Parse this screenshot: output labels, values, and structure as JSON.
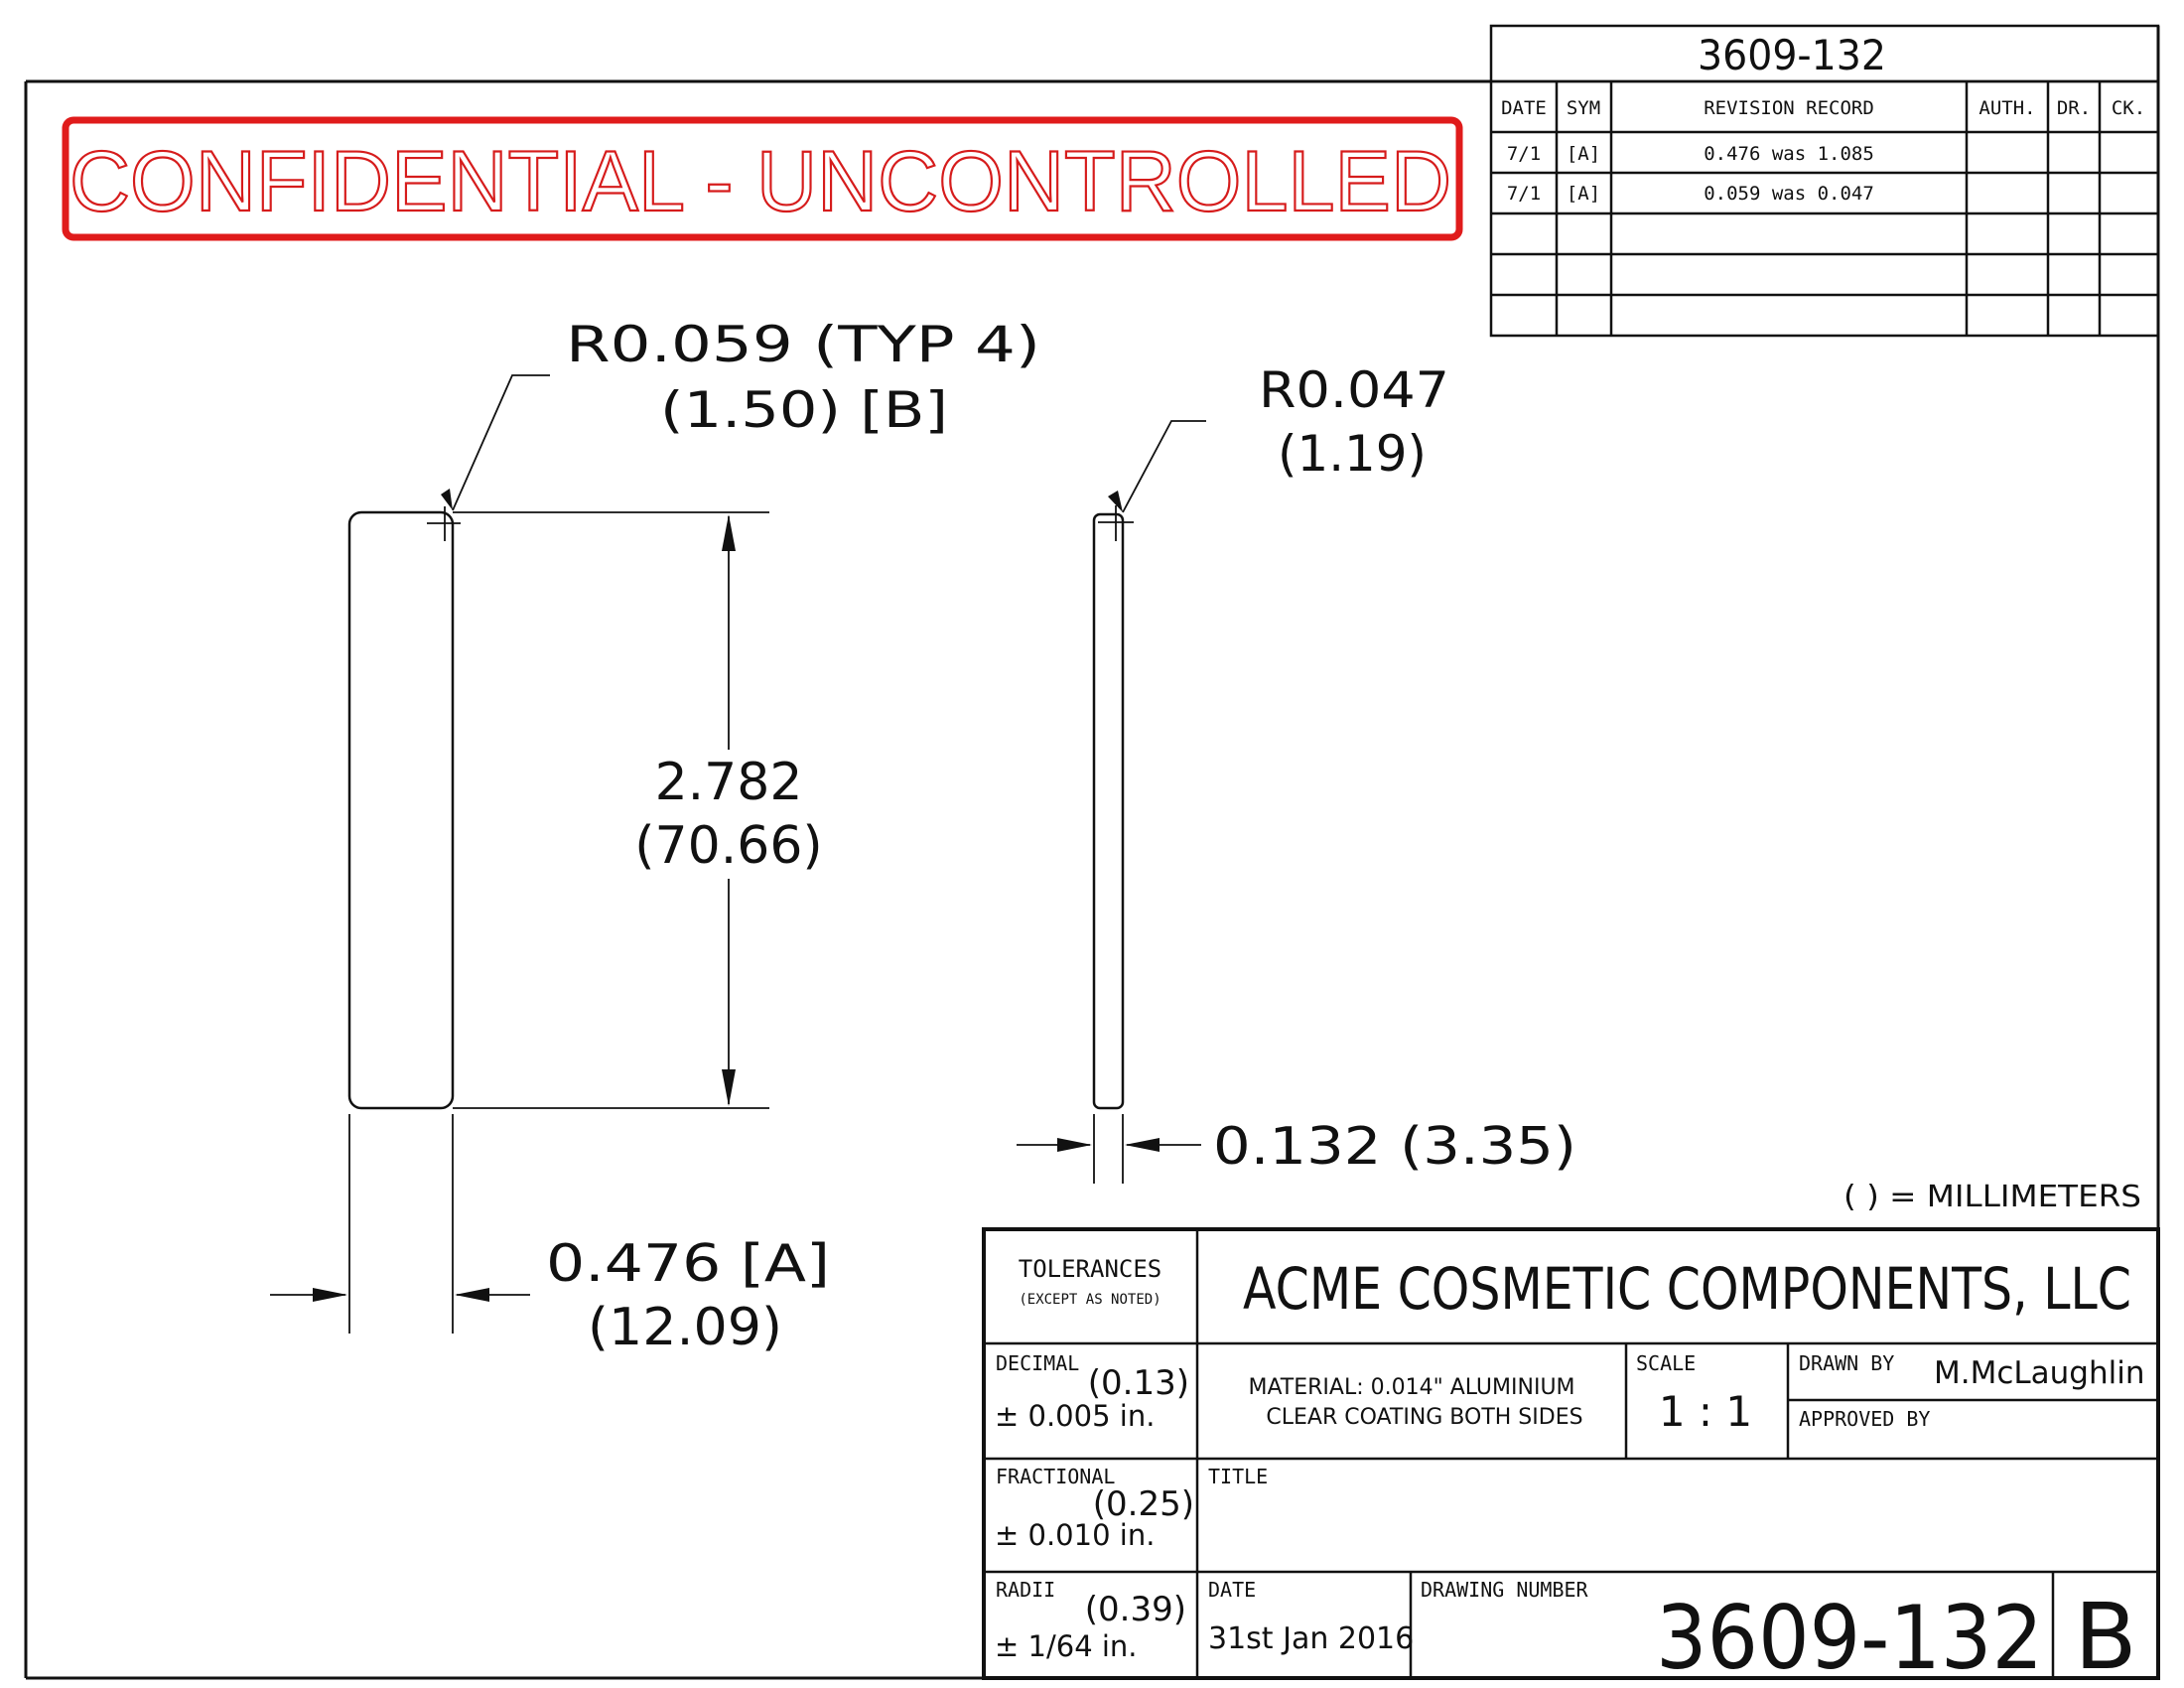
{
  "stamp": "CONFIDENTIAL - UNCONTROLLED",
  "top_number": "3609-132",
  "revision_table": {
    "headers": [
      "DATE",
      "SYM",
      "REVISION RECORD",
      "AUTH.",
      "DR.",
      "CK."
    ],
    "rows": [
      [
        "7/1",
        "[A]",
        "0.476 was 1.085",
        "",
        "",
        ""
      ],
      [
        "7/1",
        "[A]",
        "0.059 was 0.047",
        "",
        "",
        ""
      ],
      [
        "",
        "",
        "",
        "",
        "",
        ""
      ],
      [
        "",
        "",
        "",
        "",
        "",
        ""
      ],
      [
        "",
        "",
        "",
        "",
        "",
        ""
      ]
    ]
  },
  "dimensions": {
    "radius_left_1": "R0.059 (TYP 4)",
    "radius_left_2": "(1.50) [B]",
    "radius_right_1": "R0.047",
    "radius_right_2": "(1.19)",
    "height_1": "2.782",
    "height_2": "(70.66)",
    "width_1": "0.476 [A]",
    "width_2": "(12.09)",
    "thickness": "0.132 (3.35)"
  },
  "units_note": "( ) = MILLIMETERS",
  "title_block": {
    "tolerances_label": "TOLERANCES",
    "except_label": "(EXCEPT AS NOTED)",
    "company": "ACME COSMETIC COMPONENTS, LLC",
    "decimal_label": "DECIMAL",
    "decimal_mm": "(0.13)",
    "decimal_value": "± 0.005 in.",
    "material_1": "MATERIAL: 0.014\" ALUMINIUM",
    "material_2": "CLEAR COATING BOTH SIDES",
    "scale_label": "SCALE",
    "scale_value": "1 : 1",
    "drawn_by_label": "DRAWN BY",
    "drawn_by_value": "M.McLaughlin",
    "approved_by_label": "APPROVED BY",
    "fractional_label": "FRACTIONAL",
    "fractional_mm": "(0.25)",
    "fractional_value": "± 0.010 in.",
    "title_label": "TITLE",
    "radii_label": "RADII",
    "radii_mm": "(0.39)",
    "radii_value": "± 1/64 in.",
    "date_label": "DATE",
    "date_value": "31st Jan 2016",
    "drawing_number_label": "DRAWING NUMBER",
    "drawing_number": "3609-132",
    "revision_letter": "B"
  }
}
